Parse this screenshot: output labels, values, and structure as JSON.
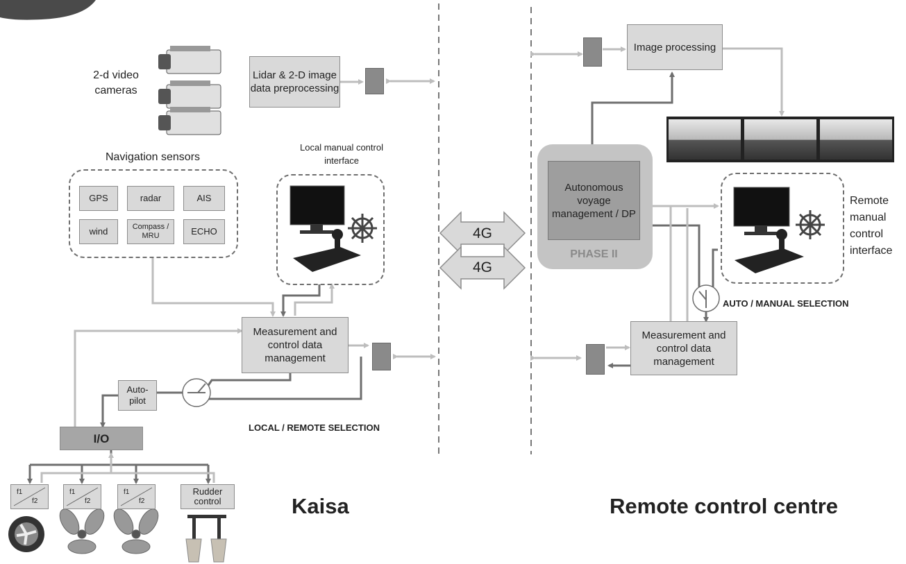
{
  "vessel_side": {
    "cameras_label": "2-d video cameras",
    "lidar_box": "Lidar & 2-D image data preprocessing",
    "nav_sensors_title": "Navigation sensors",
    "sensors": [
      "GPS",
      "radar",
      "AIS",
      "wind",
      "Compass / MRU",
      "ECHO"
    ],
    "local_manual_label": "Local manual control interface",
    "measurement_box": "Measurement and control data management",
    "autopilot_box": "Auto-pilot",
    "io_box": "I/O",
    "local_remote_selection": "LOCAL / REMOTE SELECTION",
    "ff_top": "f1",
    "ff_bottom": "f2",
    "rudder_box": "Rudder control",
    "title": "Kaisa"
  },
  "link": {
    "label_a": "4G",
    "label_b": "4G"
  },
  "remote_side": {
    "image_processing_box": "Image processing",
    "autonomous_box": "Autonomous voyage management / DP",
    "phase_label": "PHASE II",
    "remote_manual_label": "Remote manual control interface",
    "auto_manual_selection": "AUTO / MANUAL SELECTION",
    "measurement_box": "Measurement and control data management",
    "title": "Remote control centre"
  }
}
